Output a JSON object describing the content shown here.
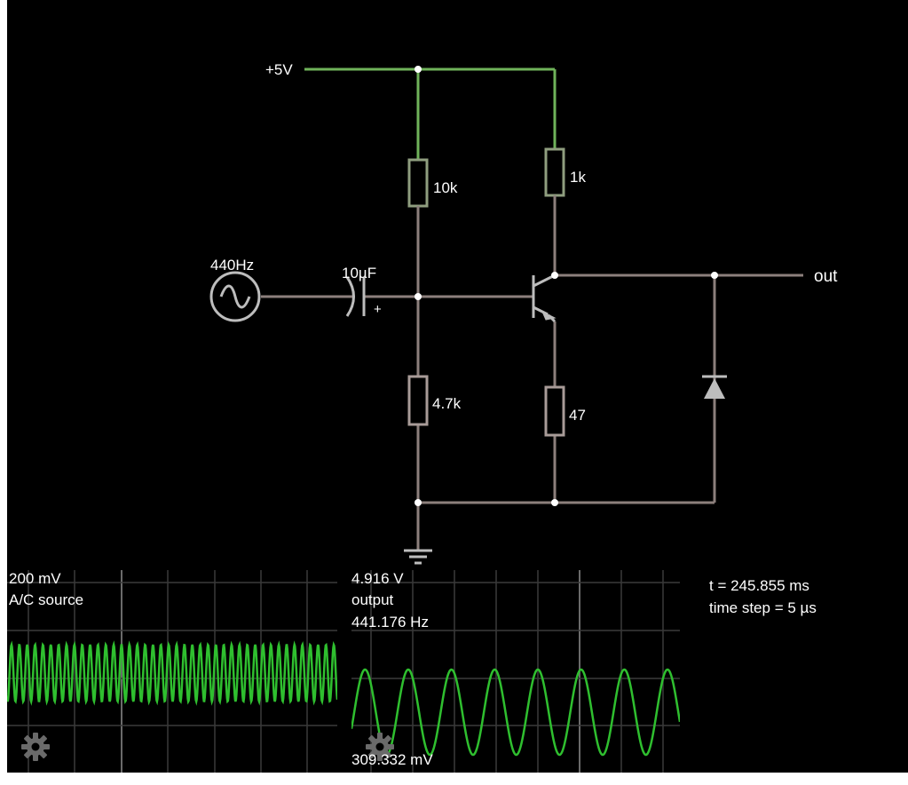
{
  "circuit": {
    "supply_label": "+5V",
    "source_label": "440Hz",
    "capacitor_label": "10µF",
    "capacitor_polarity": "+",
    "r_bias_top": "10k",
    "r_bias_bottom": "4.7k",
    "r_collector": "1k",
    "r_emitter": "47",
    "output_label": "out"
  },
  "scopes": [
    {
      "name": "A/C source",
      "value_top": "200 mV",
      "label": "A/C source",
      "cycles": 42,
      "settings_icon": "gear-icon"
    },
    {
      "name": "output",
      "value_top": "4.916 V",
      "label": "output",
      "frequency": "441.176 Hz",
      "value_bottom": "309.332 mV",
      "cycles": 7.6,
      "settings_icon": "gear-icon"
    }
  ],
  "sim_info": {
    "time": "t = 245.855 ms",
    "time_step": "time step = 5 µs"
  },
  "colors": {
    "background": "#000000",
    "wire_high": "#6fb35a",
    "wire_low": "#8c7f7c",
    "trace": "#2fbf2f",
    "grid": "#3a3a3a",
    "grid_major": "#6a6a6a",
    "gear": "#6a6a6a"
  }
}
